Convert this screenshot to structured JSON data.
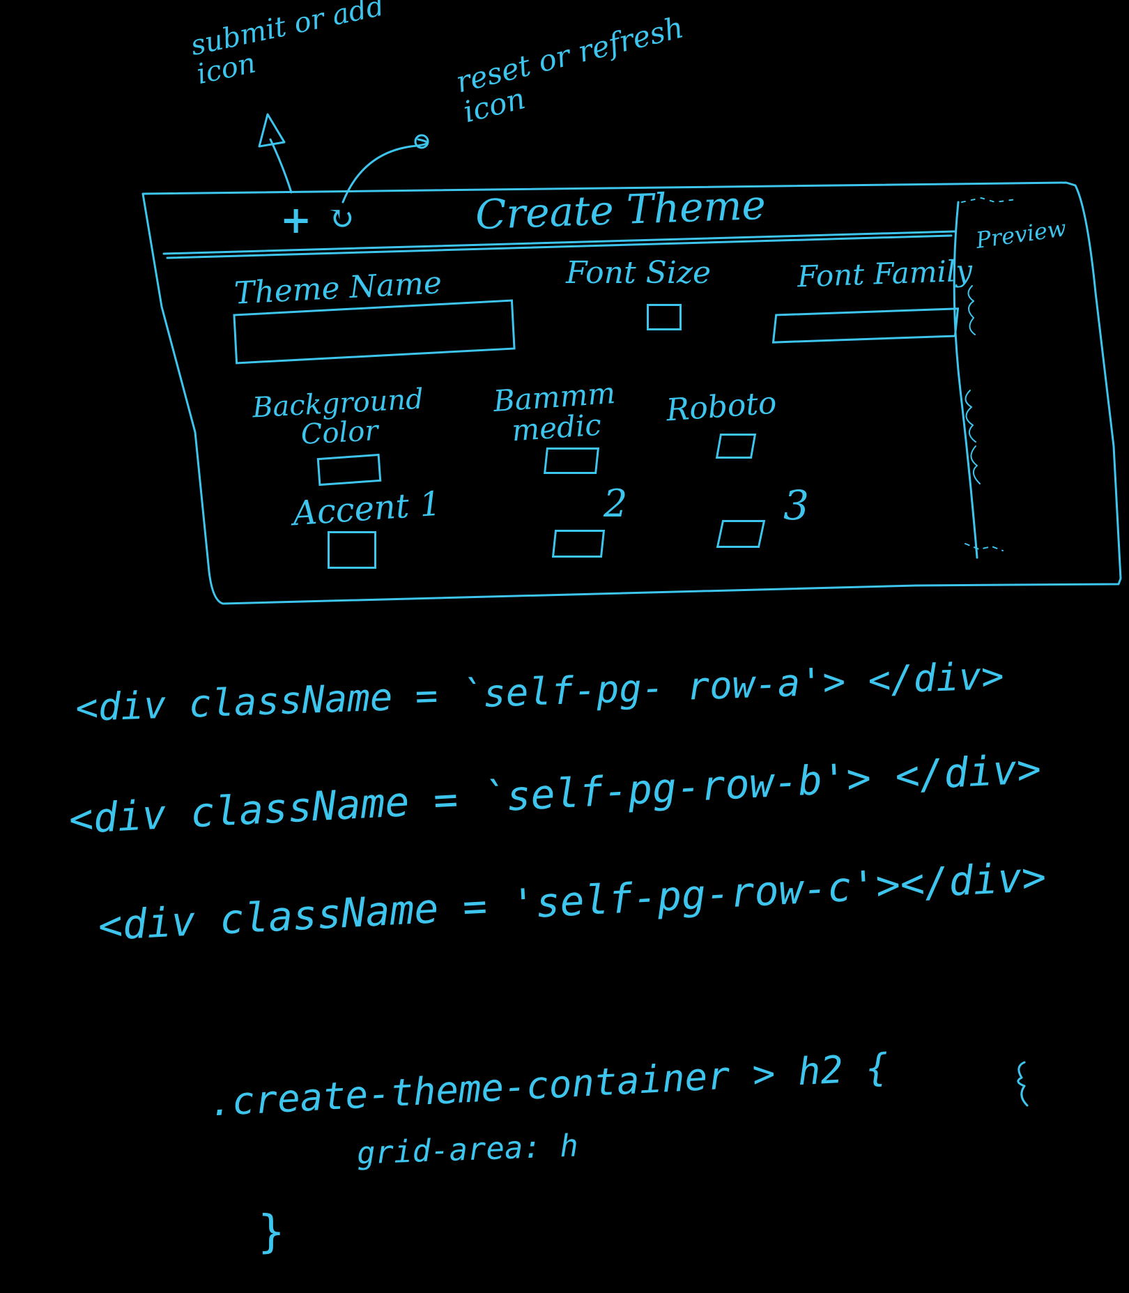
{
  "colors": {
    "background": "#000000",
    "ink": "#3ec5ee"
  },
  "annotations": {
    "submit_note": "submit or add icon",
    "reset_note": "reset or refresh icon"
  },
  "wireframe": {
    "title": "Create Theme",
    "add_symbol": "+",
    "reset_symbol": "↻",
    "preview_label": "Preview",
    "fields": {
      "theme_name": "Theme Name",
      "font_size": "Font Size",
      "font_family": "Font Family",
      "background_color": "Background Color",
      "font_option_1": "Bammm medic",
      "font_option_2": "Roboto",
      "accent_1": "Accent 1",
      "accent_2": "2",
      "accent_3": "3"
    }
  },
  "code_notes": {
    "line1": "<div className = `self-pg- row-a'> </div>",
    "line2": "<div className = `self-pg-row-b'> </div>",
    "line3": "<div className = 'self-pg-row-c'></div>",
    "css_selector": ".create-theme-container > h2 {",
    "css_rule": "grid-area: h",
    "css_close": "}"
  }
}
